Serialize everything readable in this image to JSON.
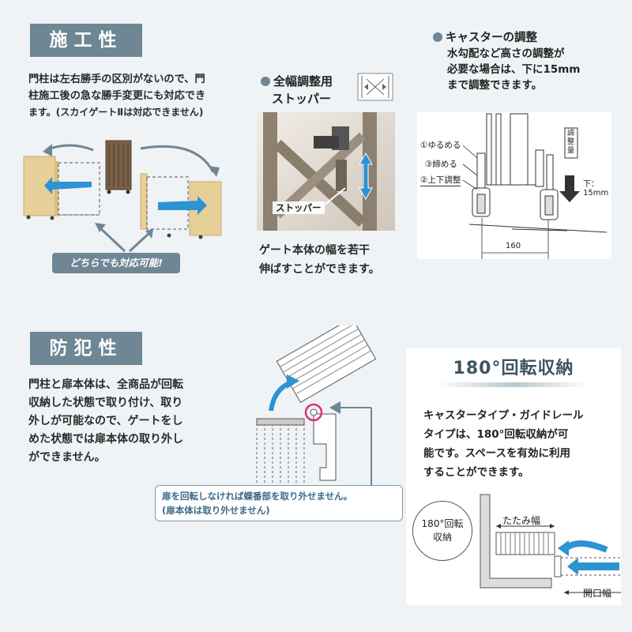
{
  "construction": {
    "title": "施工性",
    "description_lines": [
      "門柱は左右勝手の区別がないので、門",
      "柱施工後の急な勝手変更にも対応でき",
      "ます。(スカイゲートⅡは対応できません)"
    ],
    "badge": "どちらでも対応可能!"
  },
  "stopper": {
    "heading_lines": [
      "全幅調整用",
      "ストッパー"
    ],
    "photo_label": "ストッパー",
    "caption_lines": [
      "ゲート本体の幅を若干",
      "伸ばすことができます。"
    ]
  },
  "caster": {
    "heading": "キャスターの調整",
    "description_lines": [
      "水勾配など高さの調整が",
      "必要な場合は、下に15mm",
      "まで調整できます。"
    ],
    "labels": {
      "loosen": "①ゆるめる",
      "tighten": "③締める",
      "adjust": "②上下調整",
      "adjust_amount": "調整量",
      "down": "下：15mm",
      "width": "160"
    }
  },
  "security": {
    "title": "防犯性",
    "description_lines": [
      "門柱と扉本体は、全商品が回転",
      "収納した状態で取り付け、取り",
      "外しが可能なので、ゲートをし",
      "めた状態では扉本体の取り外し",
      "ができません。"
    ],
    "note_lines": [
      "扉を回転しなければ蝶番部を取り外せません。",
      "(扉本体は取り外せません)"
    ]
  },
  "rotation": {
    "title": "180°回転収納",
    "description_lines": [
      "キャスタータイプ・ガイドレール",
      "タイプは、180°回転収納が可",
      "能です。スペースを有効に利用",
      "することができます。"
    ],
    "circle_label_lines": [
      "180°回転",
      "収納"
    ],
    "fold_width_label": "たたみ幅",
    "opening_width_label": "開口幅"
  },
  "colors": {
    "section_header_bg": "#6f8694",
    "accent_blue": "#2e93d3",
    "wood": "#e7cf98",
    "page_bg": "#eff3f5"
  }
}
